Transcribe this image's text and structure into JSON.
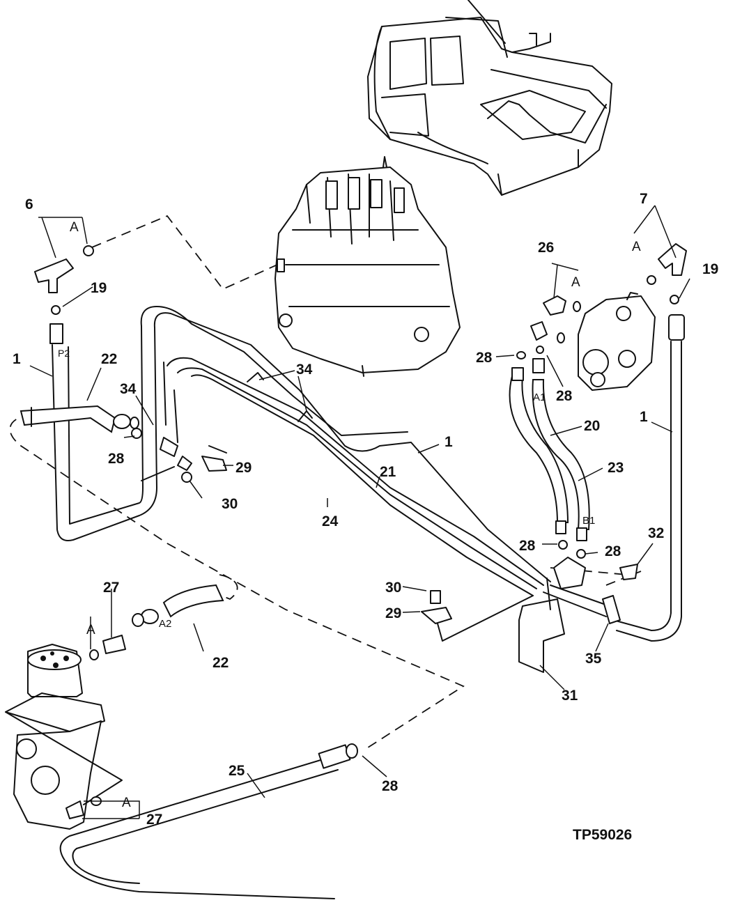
{
  "figure_code": "TP59026",
  "callouts": {
    "c1_left": "1",
    "c1_mid": "1",
    "c1_right": "1",
    "c6": "6",
    "c7": "7",
    "c19_left": "19",
    "c19_right": "19",
    "c20": "20",
    "c21": "21",
    "c22_top": "22",
    "c22_bottom": "22",
    "c23": "23",
    "c24": "24",
    "c25": "25",
    "c26": "26",
    "c27_top": "27",
    "c27_bottom": "27",
    "c28_a": "28",
    "c28_b": "28",
    "c28_c": "28",
    "c28_d": "28",
    "c28_e": "28",
    "c28_f": "28",
    "c29_top": "29",
    "c29_bottom": "29",
    "c30_top": "30",
    "c30_bottom": "30",
    "c31": "31",
    "c32": "32",
    "c34_left": "34",
    "c34_right": "34",
    "c35": "35"
  },
  "port_tags": {
    "a_6": "A",
    "a_7": "A",
    "a_26": "A",
    "a_27_top": "A",
    "a_27_bottom": "A",
    "p2": "P2",
    "a1": "A1",
    "b1": "B1",
    "a2": "A2"
  }
}
